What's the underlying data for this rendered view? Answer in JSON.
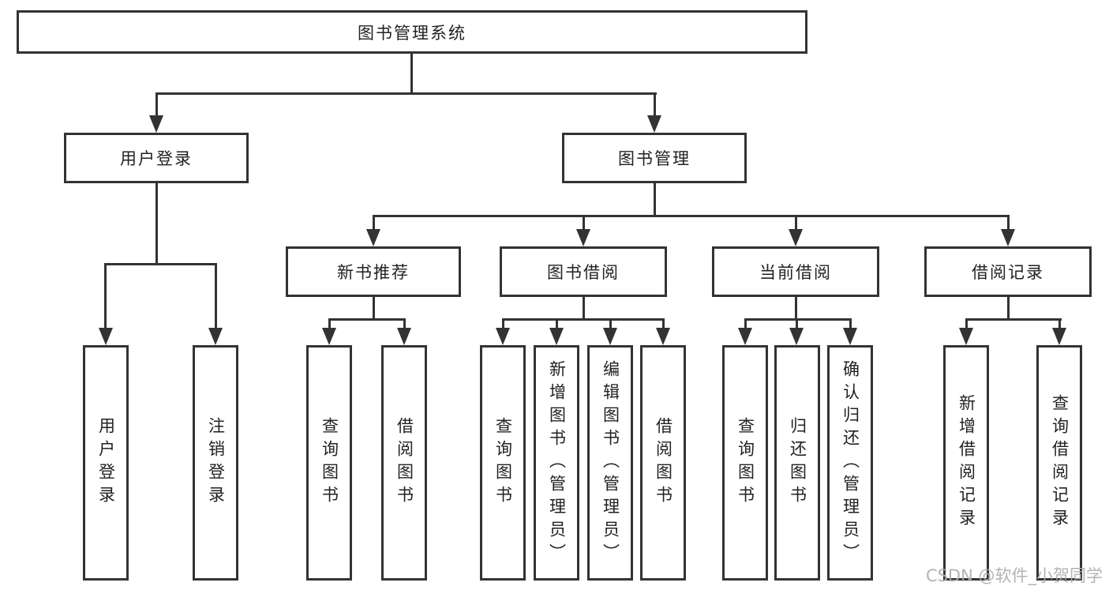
{
  "diagram": {
    "root": {
      "label": "图书管理系统"
    },
    "branches": [
      {
        "label": "用户登录",
        "children": [
          {
            "label": "用户登录"
          },
          {
            "label": "注销登录"
          }
        ]
      },
      {
        "label": "图书管理",
        "categories": [
          {
            "label": "新书推荐",
            "children": [
              {
                "label": "查询图书"
              },
              {
                "label": "借阅图书"
              }
            ]
          },
          {
            "label": "图书借阅",
            "children": [
              {
                "label": "查询图书"
              },
              {
                "label": "新增图书（管理员）"
              },
              {
                "label": "编辑图书（管理员）"
              },
              {
                "label": "借阅图书"
              }
            ]
          },
          {
            "label": "当前借阅",
            "children": [
              {
                "label": "查询图书"
              },
              {
                "label": "归还图书"
              },
              {
                "label": "确认归还（管理员）"
              }
            ]
          },
          {
            "label": "借阅记录",
            "children": [
              {
                "label": "新增借阅记录"
              },
              {
                "label": "查询借阅记录"
              }
            ]
          }
        ]
      }
    ],
    "watermark": "CSDN @软件_小贺同学",
    "colors": {
      "line": "#333333",
      "text": "#222222",
      "background": "#ffffff",
      "watermark": "#acacac"
    }
  }
}
